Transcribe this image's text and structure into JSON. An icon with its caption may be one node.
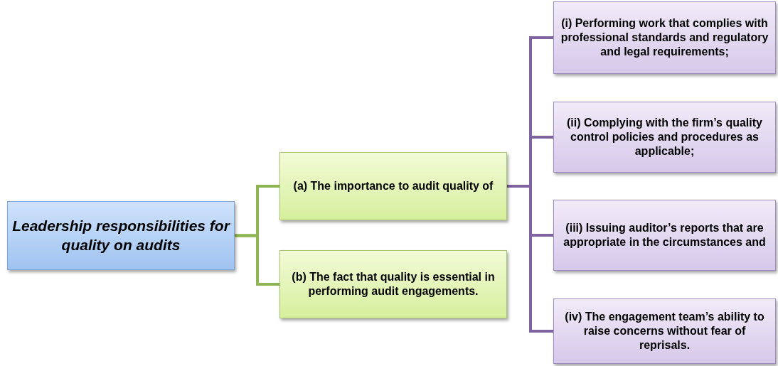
{
  "diagram": {
    "nodes": [
      {
        "text": [
          "Leadership responsibilities for quality on audits"
        ]
      },
      {
        "text": [
          "(a) The importance to audit quality of"
        ]
      },
      {
        "text": [
          "(b) The fact that quality is essential in performing audit engagements."
        ]
      },
      {
        "text": [
          "(i) Performing work that complies with professional standards and regulatory and legal requirements;"
        ]
      },
      {
        "text": [
          "(ii) Complying with the firm’s quality control policies and procedures as applicable;"
        ]
      },
      {
        "text": [
          "(iii) Issuing auditor’s reports that are appropriate in the circumstances and"
        ]
      },
      {
        "text": [
          "(iv) The engagement team’s ability to raise concerns without fear of reprisals."
        ]
      }
    ],
    "edges": [
      {
        "from": 0,
        "to": 1,
        "arrow": "none",
        "color": "#8db652"
      },
      {
        "from": 0,
        "to": 2,
        "arrow": "none",
        "color": "#8db652"
      },
      {
        "from": 1,
        "to": 3,
        "arrow": "none"
      },
      {
        "from": 1,
        "to": 4,
        "arrow": "none"
      },
      {
        "from": 1,
        "to": 5,
        "arrow": "none"
      },
      {
        "from": 1,
        "to": 6,
        "arrow": "none"
      }
    ]
  }
}
